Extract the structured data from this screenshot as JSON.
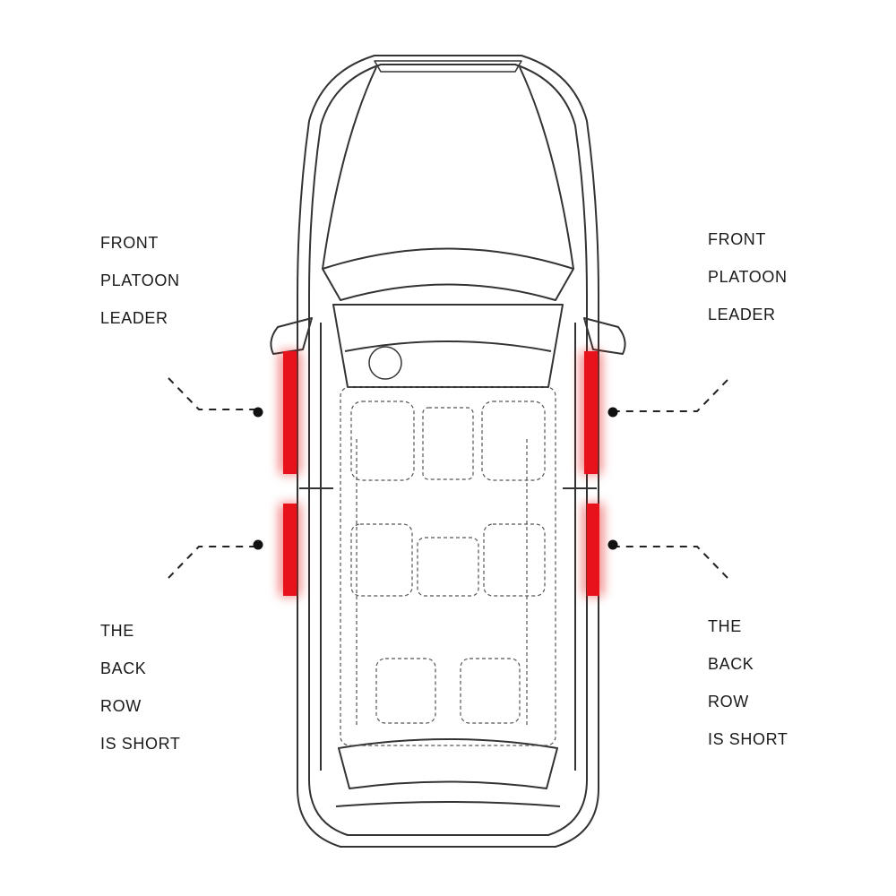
{
  "labels": {
    "front_left": [
      "FRONT",
      "PLATOON",
      "LEADER"
    ],
    "front_right": [
      "FRONT",
      "PLATOON",
      "LEADER"
    ],
    "back_left": [
      "THE",
      "BACK",
      "ROW",
      "IS SHORT"
    ],
    "back_right": [
      "THE",
      "BACK",
      "ROW",
      "IS SHORT"
    ]
  },
  "colors": {
    "highlight": "#e8121a",
    "line": "#333333",
    "background": "#ffffff"
  },
  "parts": {
    "vehicle": "car-top-view",
    "strips": [
      "front-left-door-strip",
      "rear-left-door-strip",
      "front-right-door-strip",
      "rear-right-door-strip"
    ]
  }
}
